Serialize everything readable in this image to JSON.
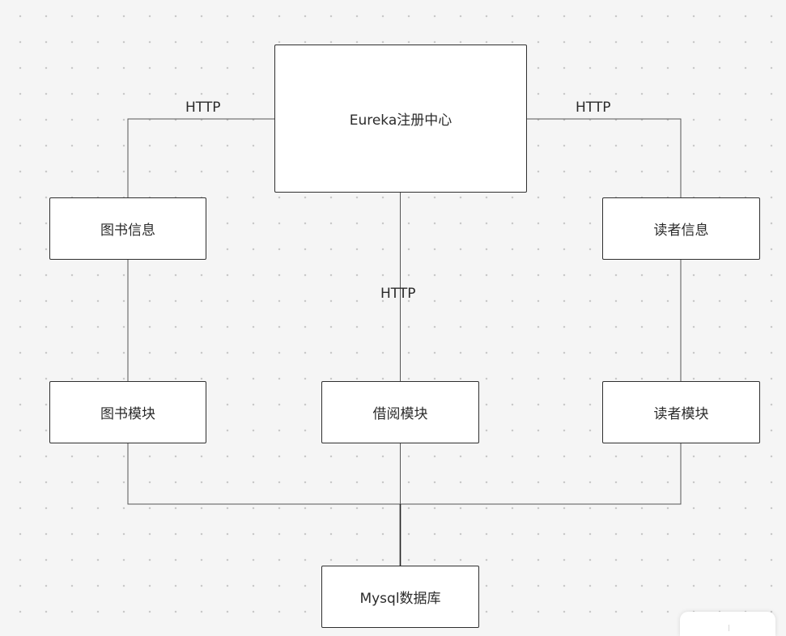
{
  "nodes": {
    "eureka": "Eureka注册中心",
    "book_info": "图书信息",
    "reader_info": "读者信息",
    "book_module": "图书模块",
    "borrow_module": "借阅模块",
    "reader_module": "读者模块",
    "mysql": "Mysql数据库"
  },
  "edge_labels": {
    "left": "HTTP",
    "right": "HTTP",
    "center": "HTTP"
  },
  "colors": {
    "background": "#f5f5f5",
    "grid_dot": "#c9c9c9",
    "node_fill": "#ffffff",
    "line": "#555555"
  }
}
